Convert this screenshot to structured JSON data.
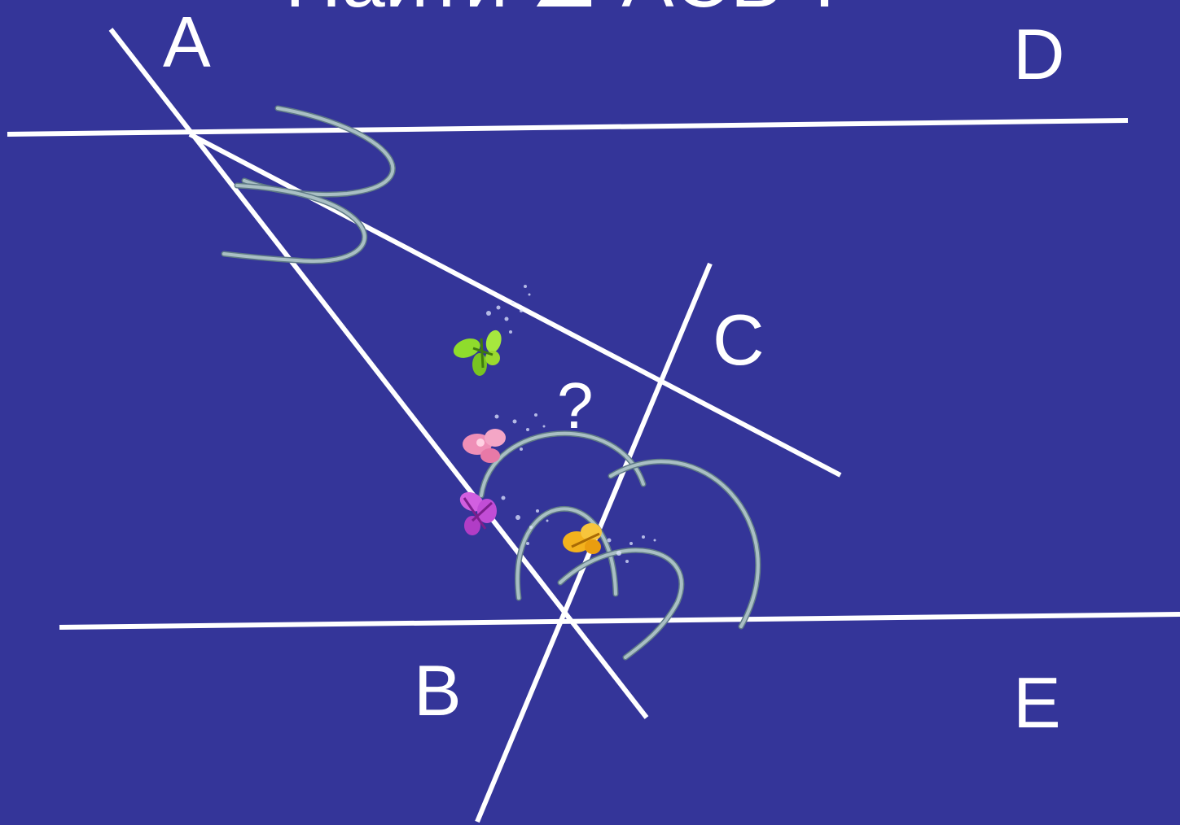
{
  "slide": {
    "title": "Найти ∠ ACB ?",
    "background_color": "#343599"
  },
  "diagram": {
    "points": {
      "A": "A",
      "B": "B",
      "C": "C",
      "D": "D",
      "E": "E"
    },
    "unknown_marker": "?",
    "line_color": "#ffffff",
    "arc_color": "#a9bfc4"
  },
  "decorations": [
    {
      "name": "green-butterfly-icon",
      "color": "#8fdc2c"
    },
    {
      "name": "pink-butterfly-icon",
      "color": "#ef8fb7"
    },
    {
      "name": "purple-butterfly-icon",
      "color": "#d25fe0"
    },
    {
      "name": "orange-butterfly-icon",
      "color": "#f3b21d"
    }
  ]
}
